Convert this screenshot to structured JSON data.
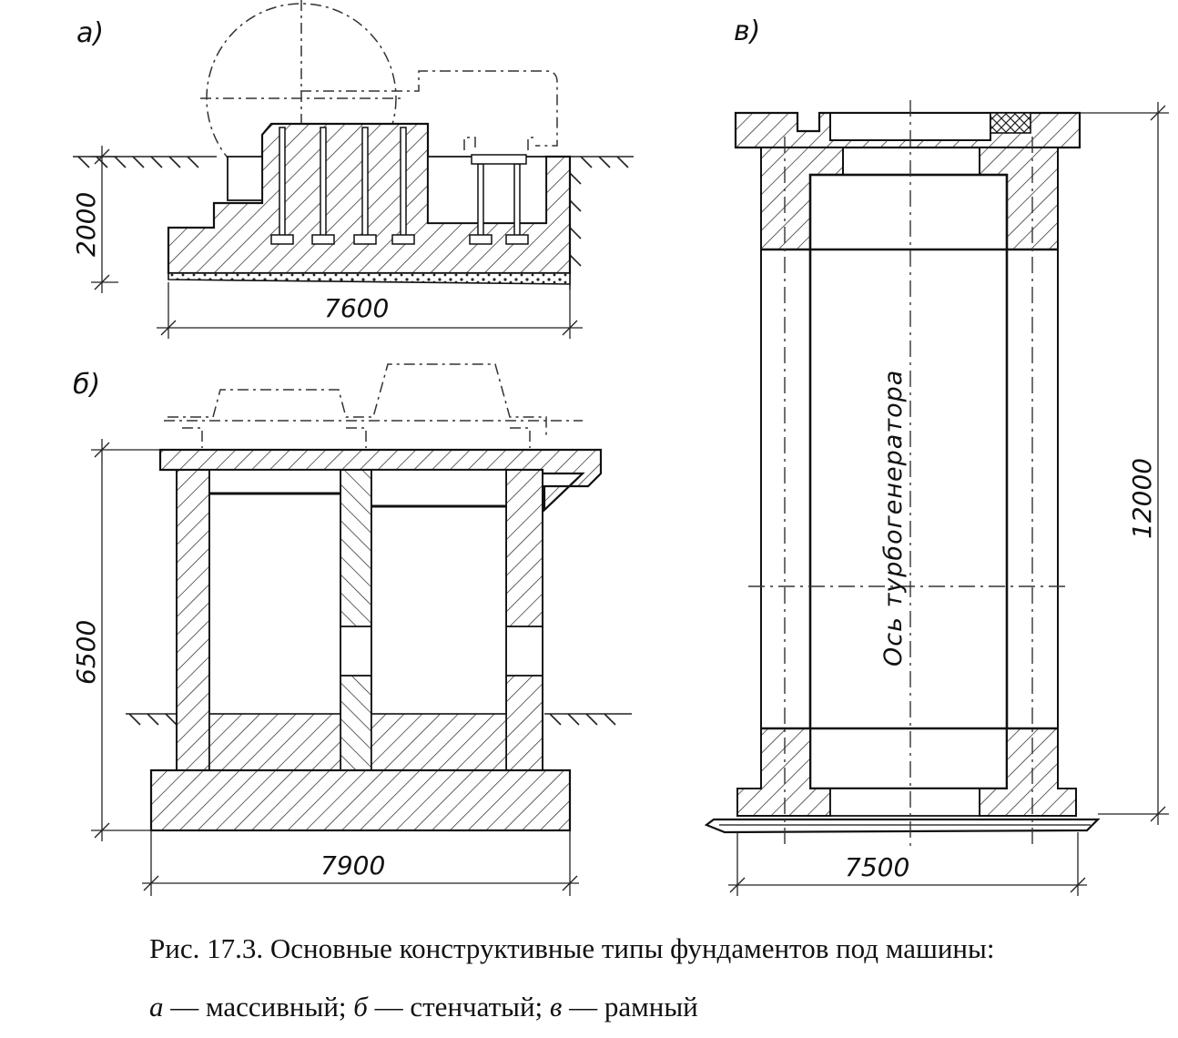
{
  "figure": {
    "panels": {
      "a": {
        "label": "а)",
        "width_dim": "7600",
        "height_dim": "2000"
      },
      "b": {
        "label": "б)",
        "width_dim": "7900",
        "height_dim": "6500"
      },
      "v": {
        "label": "в)",
        "width_dim": "7500",
        "height_dim": "12000",
        "axis_label": "Ось  турбогенератора"
      }
    }
  },
  "caption": {
    "line1": "Рис. 17.3. Основные конструктивные типы фундаментов под машины:",
    "a_letter": "а",
    "a_text": " — массивный; ",
    "b_letter": "б",
    "b_text": " — стенчатый; ",
    "v_letter": "в",
    "v_text": " — рамный"
  }
}
